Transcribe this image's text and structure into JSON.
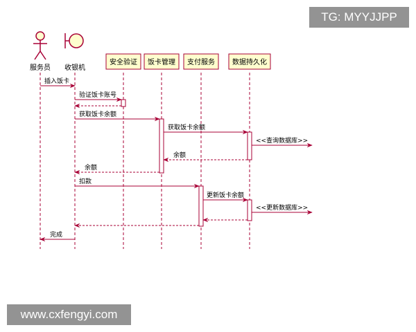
{
  "colors": {
    "participant_fill": "#fefece",
    "participant_border": "#a80036",
    "arrow": "#a80036",
    "lifeline": "#a80036",
    "watermark_bg": "#8a8a8a"
  },
  "participants": [
    {
      "id": "waiter",
      "label": "服务员",
      "kind": "actor",
      "icon": "actor-stick-figure-icon"
    },
    {
      "id": "cashier",
      "label": "收银机",
      "kind": "boundary",
      "icon": "boundary-icon"
    },
    {
      "id": "security",
      "label": "安全验证",
      "kind": "participant"
    },
    {
      "id": "card_mgmt",
      "label": "饭卡管理",
      "kind": "participant"
    },
    {
      "id": "payment",
      "label": "支付服务",
      "kind": "participant"
    },
    {
      "id": "persistence",
      "label": "数据持久化",
      "kind": "participant"
    }
  ],
  "messages": [
    {
      "from": "waiter",
      "to": "cashier",
      "label": "插入饭卡",
      "style": "solid"
    },
    {
      "from": "cashier",
      "to": "security",
      "label": "验证饭卡账号",
      "style": "solid"
    },
    {
      "from": "security",
      "to": "cashier",
      "label": "",
      "style": "dashed"
    },
    {
      "from": "cashier",
      "to": "card_mgmt",
      "label": "获取饭卡余额",
      "style": "solid"
    },
    {
      "from": "card_mgmt",
      "to": "persistence",
      "label": "获取饭卡余额",
      "style": "solid"
    },
    {
      "from": "persistence",
      "to": "external",
      "label": "<<查询数据库>>",
      "style": "solid"
    },
    {
      "from": "persistence",
      "to": "card_mgmt",
      "label": "余额",
      "style": "dashed"
    },
    {
      "from": "card_mgmt",
      "to": "cashier",
      "label": "余额",
      "style": "dashed"
    },
    {
      "from": "cashier",
      "to": "payment",
      "label": "扣款",
      "style": "solid"
    },
    {
      "from": "payment",
      "to": "persistence",
      "label": "更新饭卡余额",
      "style": "solid"
    },
    {
      "from": "persistence",
      "to": "external",
      "label": "<<更新数据库>>",
      "style": "solid"
    },
    {
      "from": "persistence",
      "to": "payment",
      "label": "",
      "style": "dashed"
    },
    {
      "from": "payment",
      "to": "cashier",
      "label": "",
      "style": "dashed"
    },
    {
      "from": "cashier",
      "to": "waiter",
      "label": "完成",
      "style": "solid"
    }
  ],
  "watermarks": {
    "top": "TG: MYYJJPP",
    "bottom": "www.cxfengyi.com"
  }
}
